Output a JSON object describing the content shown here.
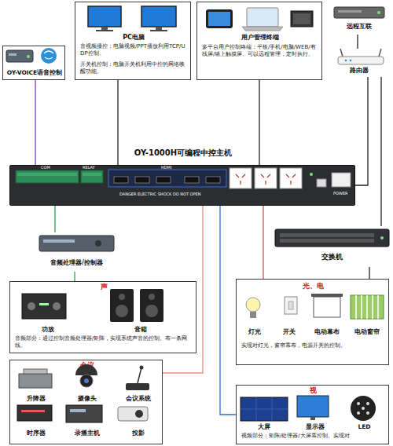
{
  "diagram": {
    "nodes": [
      {
        "text": [
          "OY-VOICE语音控制"
        ]
      },
      {
        "text": [
          "PC电脑",
          "音视频播控：电脑视频/PPT播放利用TCP/UDP控制。",
          "开关机控制：电脑开关机利用中控的网络唤醒功能。"
        ]
      },
      {
        "text": [
          "用户管理终端",
          "多平台用户控制终端：平板/手机/电脑/WEB/有线屏/墙上触摸屏。可以远程管理，定时执行。"
        ]
      },
      {
        "text": [
          "远程互联"
        ]
      },
      {
        "text": [
          "路由器"
        ]
      },
      {
        "text": [
          "OY-1000H可编程中控主机"
        ]
      },
      {
        "text": [
          "交换机"
        ]
      },
      {
        "text": [
          "音频处理器/控制器"
        ]
      },
      {
        "text": [
          "声",
          "功放",
          "音箱",
          "音频部分：通过控制音频处理器/矩阵，实现系统声音的控制。布一条网线。"
        ]
      },
      {
        "text": [
          "光、电",
          "灯光",
          "开关",
          "电动幕布",
          "电动窗帘",
          "实现对灯光，窗帘幕布，电源开关的控制。"
        ]
      },
      {
        "text": [
          "会议",
          "升降器",
          "摄像头",
          "会议系统",
          "时序器",
          "录播主机",
          "投影"
        ]
      },
      {
        "text": [
          "视",
          "大屏",
          "显示器",
          "LED",
          "视频部分：矩阵/处理器/大屏幕控制。实现对"
        ]
      }
    ],
    "edges": [
      {
        "from": 5,
        "to": 0,
        "arrow": "none"
      },
      {
        "from": 5,
        "to": 7,
        "arrow": "none"
      },
      {
        "from": 7,
        "to": 8,
        "arrow": "none"
      },
      {
        "from": 5,
        "to": 10,
        "arrow": "none"
      },
      {
        "from": 5,
        "to": 11,
        "arrow": "none"
      },
      {
        "from": 5,
        "to": 9,
        "arrow": "none"
      },
      {
        "from": 4,
        "to": 6,
        "arrow": "none"
      },
      {
        "from": 6,
        "to": 9,
        "arrow": "none"
      },
      {
        "from": 5,
        "to": 4,
        "arrow": "none"
      },
      {
        "from": 4,
        "to": 3,
        "arrow": "none"
      },
      {
        "from": 1,
        "to": 5,
        "arrow": "none"
      },
      {
        "from": 2,
        "to": 5,
        "arrow": "none"
      }
    ],
    "labels": [
      "COM",
      "RELAY",
      "HDMI",
      "DANGER ELECTRIC SHOCK DO NOT OPEN",
      "POWER"
    ]
  }
}
